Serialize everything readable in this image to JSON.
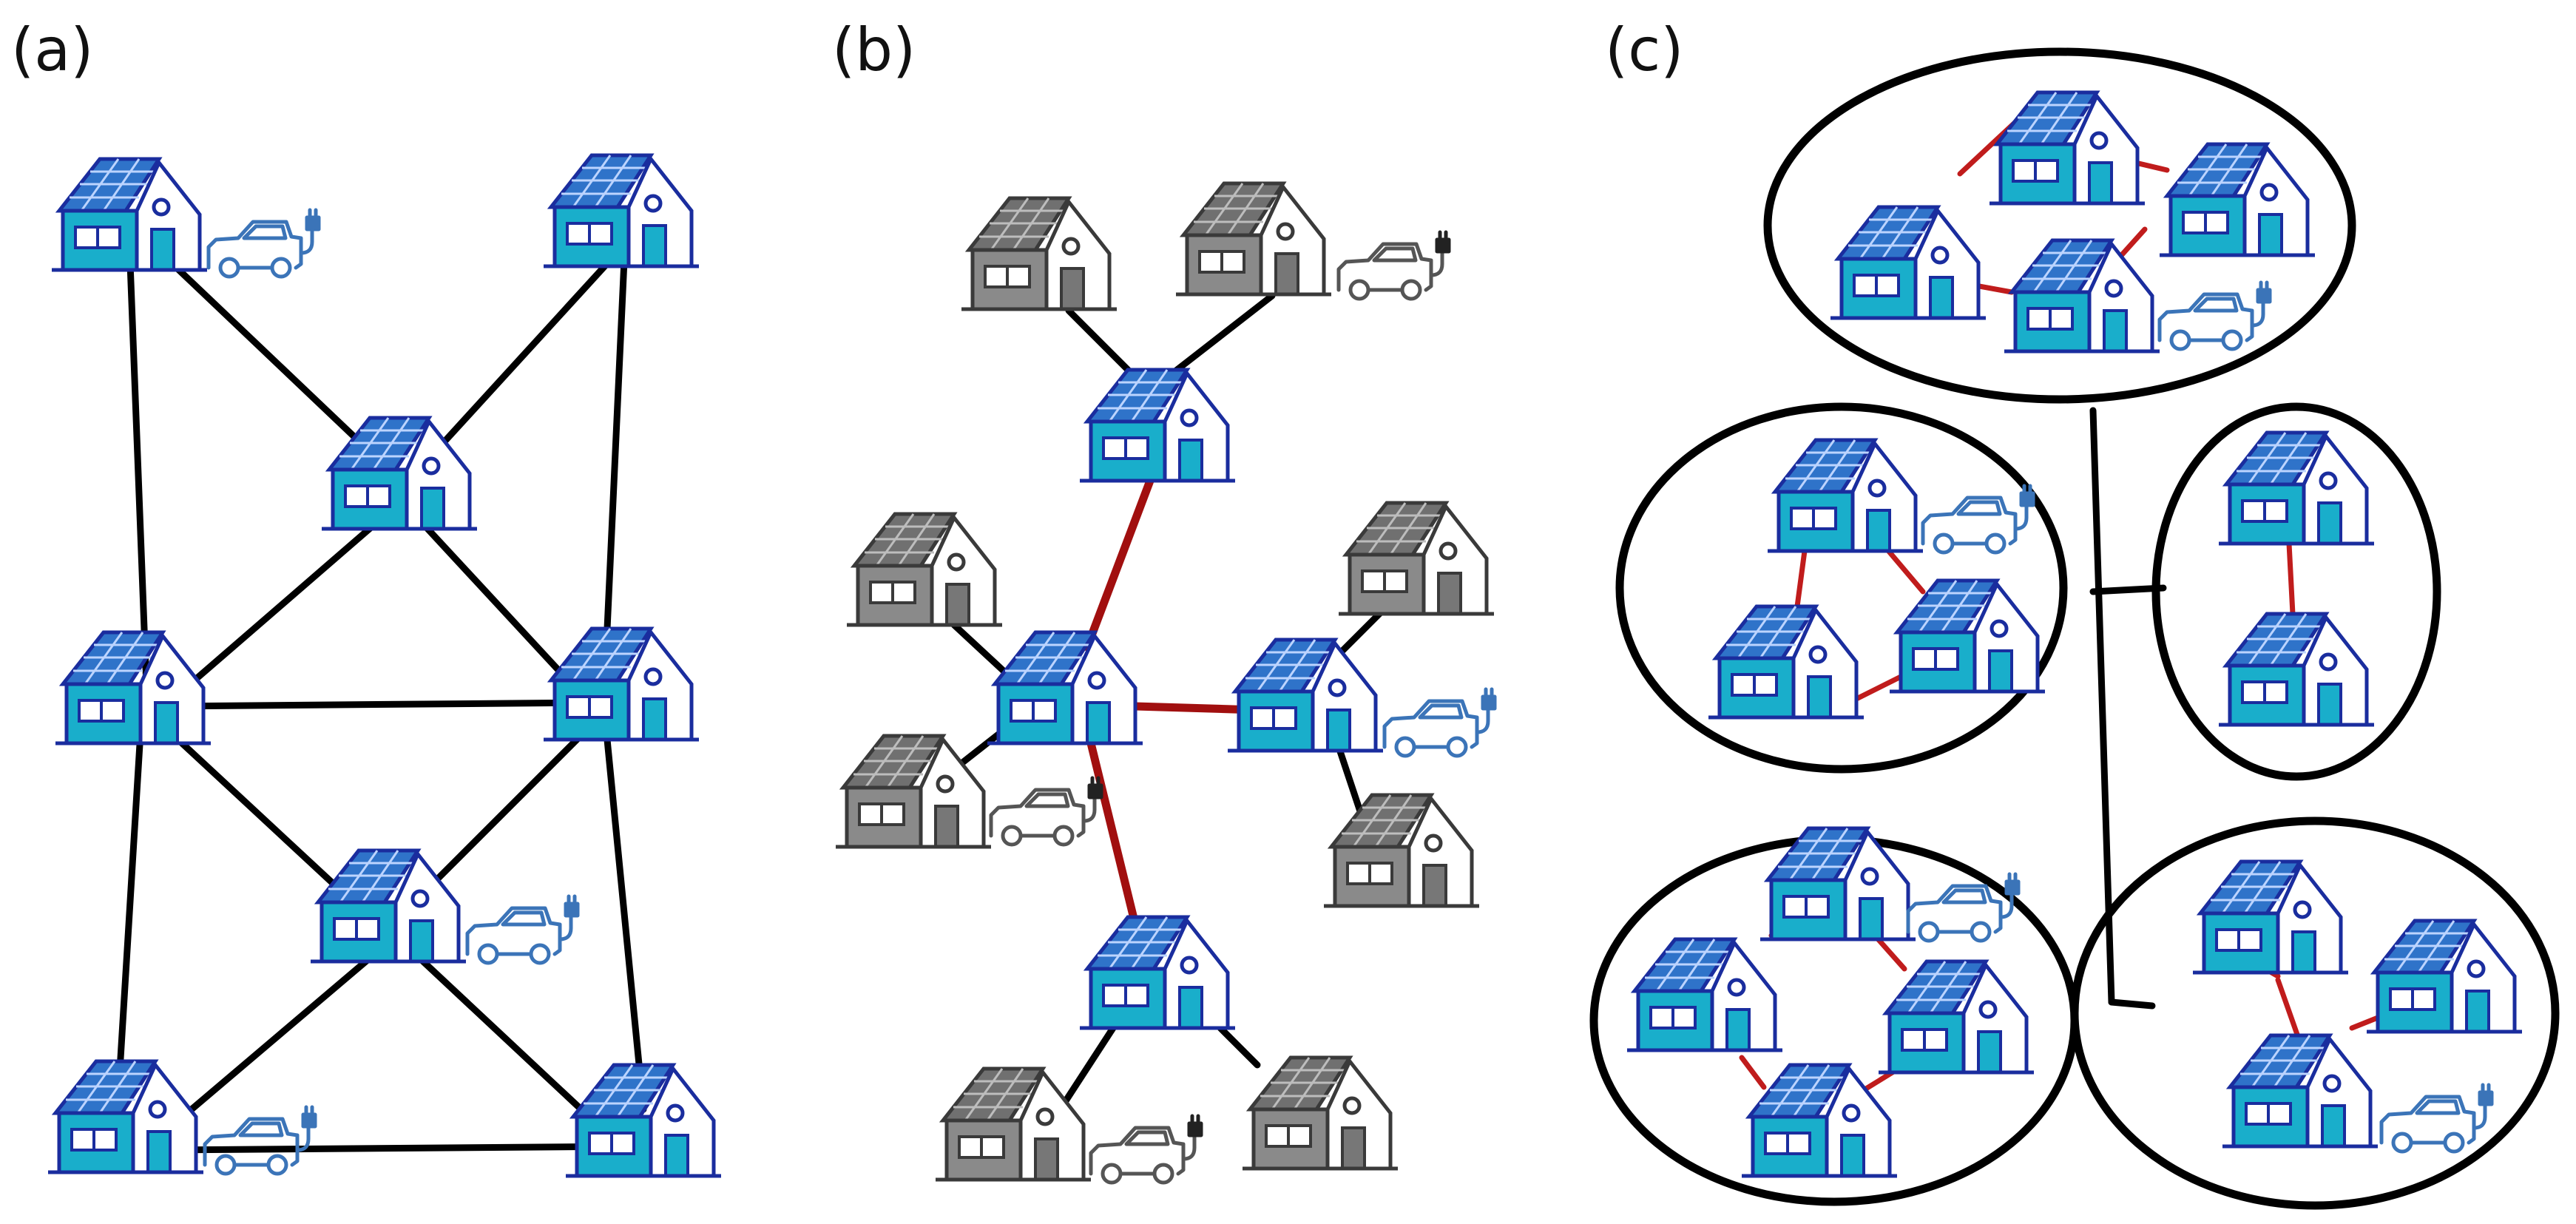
{
  "panels": [
    {
      "id": "a",
      "label": "(a)"
    },
    {
      "id": "b",
      "label": "(b)"
    },
    {
      "id": "c",
      "label": "(c)"
    }
  ],
  "colors": {
    "house_active_stroke": "#1a2d9e",
    "house_active_wall": "#ffffff",
    "house_active_panel": "#2f73c9",
    "house_active_door": "#19aecb",
    "house_inactive_stroke": "#3a3a3a",
    "house_inactive_panel": "#707070",
    "house_inactive_door": "#777777",
    "car_active": "#3b74b8",
    "car_inactive": "#555555",
    "link_black": "#000000",
    "link_red": "#a10f0f"
  },
  "icons": [
    "solar-house-icon",
    "grey-solar-house-icon",
    "ev-charging-icon"
  ]
}
